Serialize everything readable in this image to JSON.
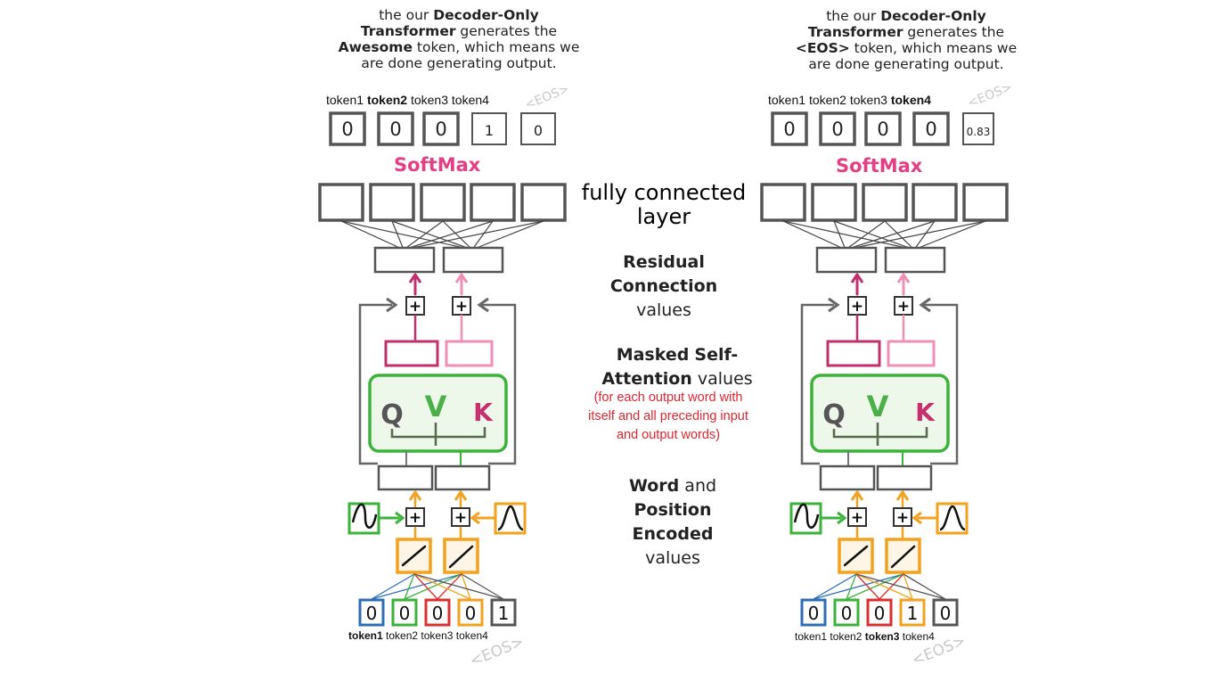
{
  "left_panel": {
    "caption": {
      "line1_prefix": "the our ",
      "line1_bold": "Decoder-Only",
      "line2_bold": "Transformer",
      "line2_rest": " generates the",
      "line3_bold": "Awesome",
      "line3_rest": " token, which means we",
      "line4": "are done generating output."
    },
    "output_tokens": {
      "t1": "token1",
      "t2": "token2",
      "t3": "token3",
      "t4": "token4",
      "eos": "<EOS>"
    },
    "softmax_values": [
      "0",
      "0",
      "0",
      "1",
      "0"
    ],
    "softmax_label": "SoftMax",
    "input_values": [
      "0",
      "0",
      "0",
      "0",
      "1"
    ],
    "input_tokens": {
      "t1": "token1",
      "t2": "token2",
      "t3": "token3",
      "t4": "token4",
      "eos": "<EOS>"
    },
    "qvk": {
      "q": "Q",
      "v": "V",
      "k": "K"
    },
    "plus": "+"
  },
  "right_panel": {
    "caption": {
      "line1_prefix": "the our ",
      "line1_bold": "Decoder-Only",
      "line2_bold": "Transformer",
      "line2_rest": " generates the",
      "line3_bold": "<EOS>",
      "line3_rest": " token, which means we",
      "line4": "are done generating output."
    },
    "output_tokens": {
      "t1": "token1",
      "t2": "token2",
      "t3": "token3",
      "t4": "token4",
      "eos": "<EOS>"
    },
    "softmax_values": [
      "0",
      "0",
      "0",
      "0",
      "0.83"
    ],
    "softmax_label": "SoftMax",
    "input_values": [
      "0",
      "0",
      "0",
      "1",
      "0"
    ],
    "input_tokens": {
      "t1": "token1",
      "t2": "token2",
      "t3": "token3",
      "t4": "token4",
      "eos": "<EOS>"
    },
    "qvk": {
      "q": "Q",
      "v": "V",
      "k": "K"
    },
    "plus": "+"
  },
  "middle": {
    "fc_line1": "fully connected",
    "fc_line2": "layer",
    "residual_b1": "Residual",
    "residual_b2": "Connection",
    "residual_n": "values",
    "masked_b1": "Masked",
    "masked_b1b": "Self-",
    "masked_b2": "Attention",
    "masked_n": "values",
    "note_line1": "(for each output word with",
    "note_line2": "itself and all preceding input",
    "note_line3": "and output words)",
    "word_b": "Word",
    "word_n": "and",
    "position_b": "Position",
    "encoded_b": "Encoded",
    "encoded_n": "values"
  },
  "colors": {
    "box_gray": "#4a4a4a",
    "softmax_pink": "#e33f84",
    "attn_green": "#3bb33b",
    "attn_fill": "#eef8ea",
    "resid_dark": "#c0306c",
    "resid_light": "#f08fb6",
    "orange": "#f3a21f",
    "blue": "#2e6db5",
    "red": "#d93030",
    "note_red": "#e0262f"
  }
}
